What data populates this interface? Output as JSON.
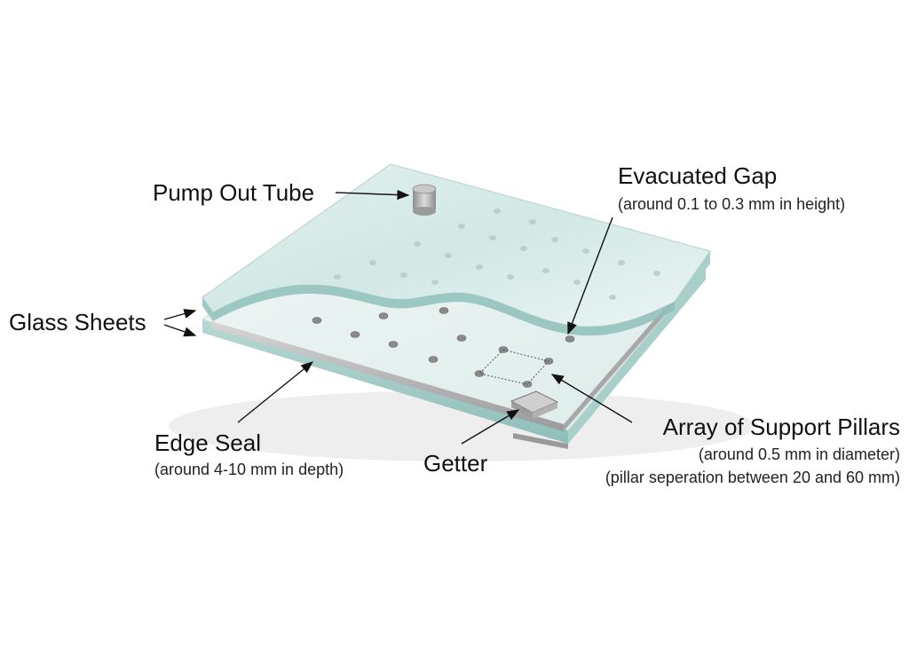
{
  "labels": {
    "pump_out_tube": "Pump Out Tube",
    "evacuated_gap": "Evacuated Gap",
    "evacuated_gap_note": "(around 0.1 to 0.3 mm in height)",
    "glass_sheets": "Glass Sheets",
    "edge_seal": "Edge Seal",
    "edge_seal_note": "(around 4-10 mm in depth)",
    "getter": "Getter",
    "support_pillars": "Array of Support Pillars",
    "support_pillars_note_1": "(around 0.5 mm in diameter)",
    "support_pillars_note_2": "(pillar seperation between 20 and 60 mm)"
  },
  "colors": {
    "glass_top": "#d9ecea",
    "glass_edge": "#9fc9c4",
    "seal": "#b8b8b8",
    "pillar": "#8a8a8a",
    "arrow": "#111111"
  }
}
